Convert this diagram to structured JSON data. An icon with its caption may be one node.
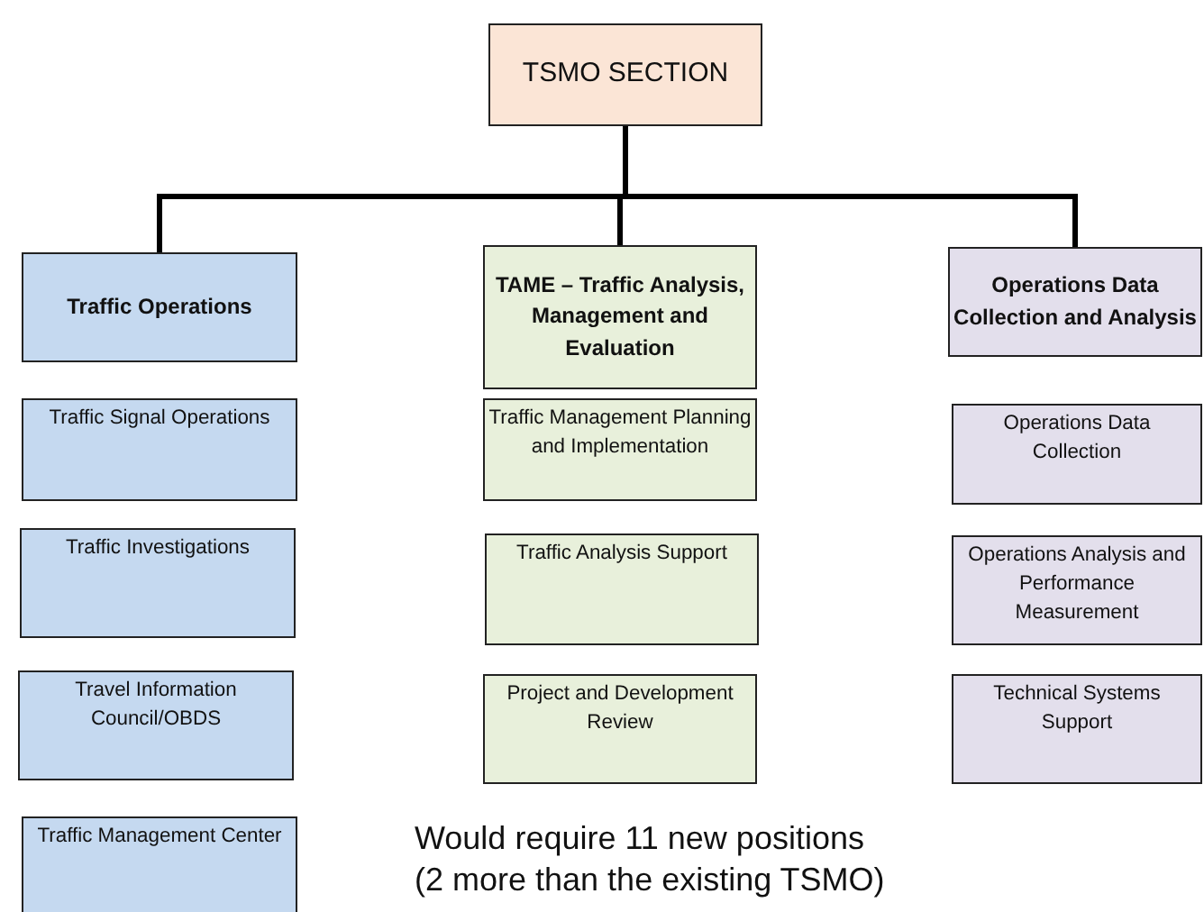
{
  "diagram": {
    "nodes": [
      {
        "text": [
          "TSMO SECTION"
        ]
      },
      {
        "text": [
          "Traffic Operations"
        ]
      },
      {
        "text": [
          "Traffic Signal Operations"
        ]
      },
      {
        "text": [
          "Traffic Investigations"
        ]
      },
      {
        "text": [
          "Travel Information Council/OBDS"
        ]
      },
      {
        "text": [
          "Traffic Management Center"
        ]
      },
      {
        "text": [
          "TAME – Traffic Analysis, Management and Evaluation"
        ]
      },
      {
        "text": [
          "Traffic Management Planning and Implementation"
        ]
      },
      {
        "text": [
          "Traffic Analysis Support"
        ]
      },
      {
        "text": [
          "Project and Development Review"
        ]
      },
      {
        "text": [
          "Operations Data Collection and Analysis"
        ]
      },
      {
        "text": [
          "Operations Data Collection"
        ]
      },
      {
        "text": [
          "Operations Analysis and Performance Measurement"
        ]
      },
      {
        "text": [
          "Technical Systems Support"
        ]
      }
    ],
    "edges": [
      {
        "from": 0,
        "to": 1,
        "arrow": "none"
      },
      {
        "from": 0,
        "to": 6,
        "arrow": "none"
      },
      {
        "from": 0,
        "to": 10,
        "arrow": "none"
      }
    ],
    "labels": [
      "Would require 11 new positions",
      "(2 more than the existing TSMO)"
    ]
  }
}
